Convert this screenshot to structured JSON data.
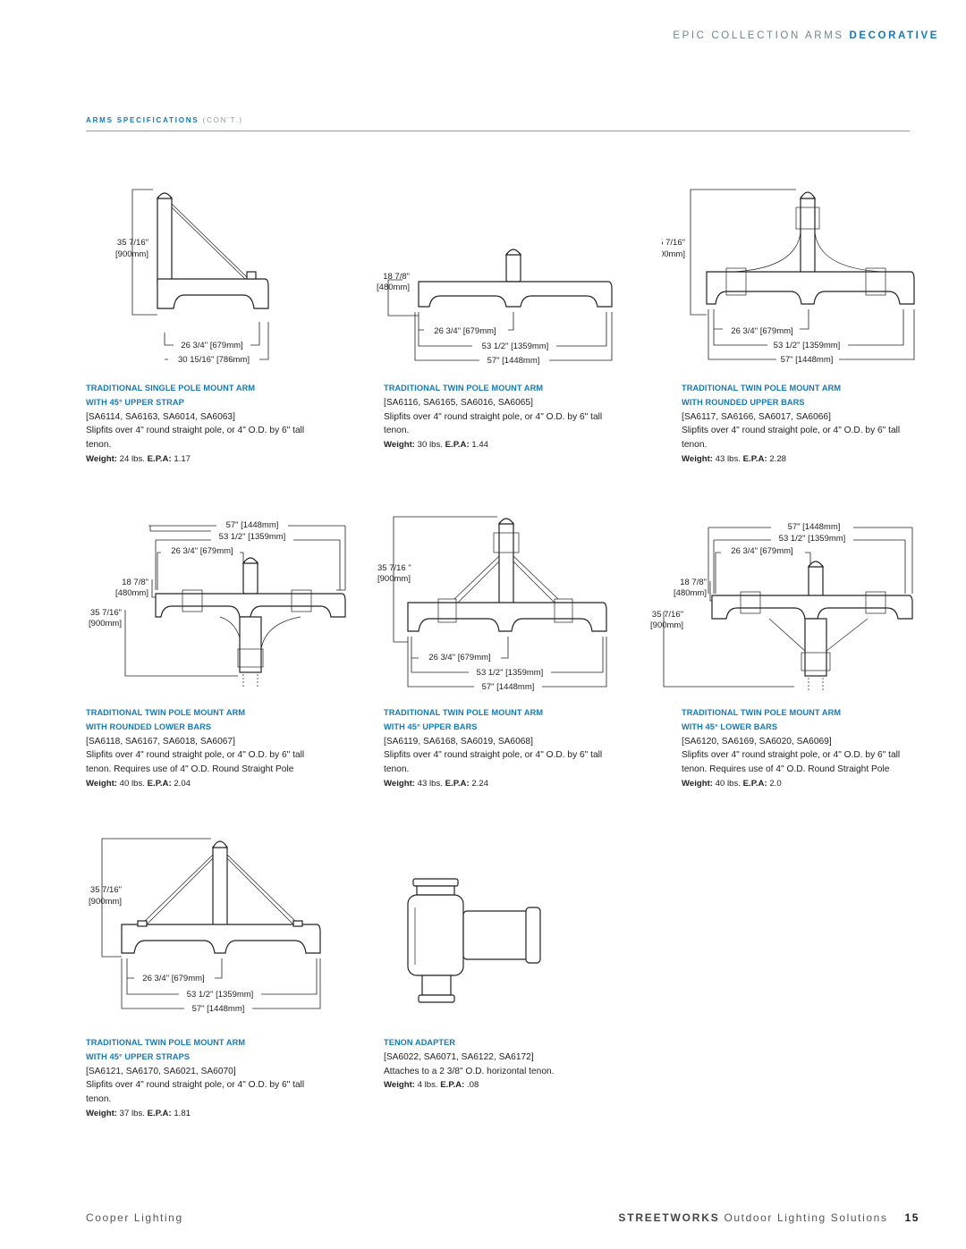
{
  "header": {
    "collection": "EPIC COLLECTION ARMS",
    "category": "DECORATIVE"
  },
  "section": {
    "title": "ARMS SPECIFICATIONS",
    "cont": "(CON'T.)"
  },
  "dims": {
    "h_35": "35 7/16\"",
    "h_900": "[900mm]",
    "h_35b": "35 7/16  \"",
    "h_18": "18 7/8\"",
    "h_480": "[480mm]",
    "w_26": "26 3/4\" [679mm]",
    "w_30": "30 15/16\" [786mm]",
    "w_53": "53 1/2\" [1359mm]",
    "w_57": "57\" [1448mm]"
  },
  "products": [
    {
      "title1": "TRADITIONAL SINGLE POLE MOUNT ARM",
      "title2": "WITH 45° UPPER STRAP",
      "models": "[SA6114, SA6163, SA6014, SA6063]",
      "desc": "Slipfits over 4\" round straight pole, or 4\" O.D. by 6\" tall tenon.",
      "weight_label": "Weight:",
      "weight": "24 lbs.",
      "epa_label": "E.P.A:",
      "epa": "1.17"
    },
    {
      "title1": "TRADITIONAL TWIN POLE MOUNT ARM",
      "title2": "",
      "models": "[SA6116, SA6165, SA6016, SA6065]",
      "desc": "Slipfits over 4\" round straight pole, or 4\" O.D. by 6\" tall tenon.",
      "weight_label": "Weight:",
      "weight": "30 lbs.",
      "epa_label": "E.P.A:",
      "epa": "1.44"
    },
    {
      "title1": "TRADITIONAL TWIN POLE MOUNT ARM",
      "title2": "WITH ROUNDED UPPER BARS",
      "models": "[SA6117, SA6166, SA6017, SA6066]",
      "desc": "Slipfits over 4\" round straight pole, or 4\" O.D. by 6\" tall tenon.",
      "weight_label": "Weight:",
      "weight": "43 lbs.",
      "epa_label": "E.P.A:",
      "epa": "2.28"
    },
    {
      "title1": "TRADITIONAL TWIN POLE MOUNT ARM",
      "title2": "WITH ROUNDED LOWER BARS",
      "models": "[SA6118, SA6167, SA6018, SA6067]",
      "desc": "Slipfits over 4\" round straight pole, or 4\" O.D. by 6\" tall tenon. Requires use of 4\" O.D. Round Straight Pole",
      "weight_label": "Weight:",
      "weight": "40 lbs.",
      "epa_label": "E.P.A:",
      "epa": "2.04"
    },
    {
      "title1": "TRADITIONAL TWIN POLE MOUNT ARM",
      "title2": "WITH 45° UPPER BARS",
      "models": "[SA6119, SA6168, SA6019, SA6068]",
      "desc": "Slipfits over 4\" round straight pole, or 4\" O.D. by 6\" tall tenon.",
      "weight_label": "Weight:",
      "weight": "43 lbs.",
      "epa_label": "E.P.A:",
      "epa": "2.24"
    },
    {
      "title1": "TRADITIONAL TWIN POLE MOUNT ARM",
      "title2": "WITH 45° LOWER BARS",
      "models": "[SA6120, SA6169, SA6020, SA6069]",
      "desc": "Slipfits over 4\" round straight pole, or 4\" O.D. by 6\" tall tenon. Requires use of 4\" O.D. Round Straight Pole",
      "weight_label": "Weight:",
      "weight": "40 lbs.",
      "epa_label": "E.P.A:",
      "epa": "2.0"
    },
    {
      "title1": "TRADITIONAL TWIN POLE MOUNT ARM",
      "title2": "WITH 45° UPPER STRAPS",
      "models": "[SA6121, SA6170, SA6021, SA6070]",
      "desc": "Slipfits over 4\" round straight pole, or 4\" O.D. by 6\" tall tenon.",
      "weight_label": "Weight:",
      "weight": "37 lbs.",
      "epa_label": "E.P.A:",
      "epa": "1.81"
    },
    {
      "title1": "TENON ADAPTER",
      "title2": "",
      "models": "[SA6022, SA6071, SA6122, SA6172]",
      "desc": "Attaches to a 2 3/8\" O.D. horizontal tenon.",
      "weight_label": "Weight:",
      "weight": "4 lbs.",
      "epa_label": "E.P.A:",
      "epa": ".08"
    }
  ],
  "footer": {
    "company": "Cooper Lighting",
    "brand": "STREETWORKS",
    "tagline": "Outdoor Lighting Solutions",
    "page": "15"
  }
}
